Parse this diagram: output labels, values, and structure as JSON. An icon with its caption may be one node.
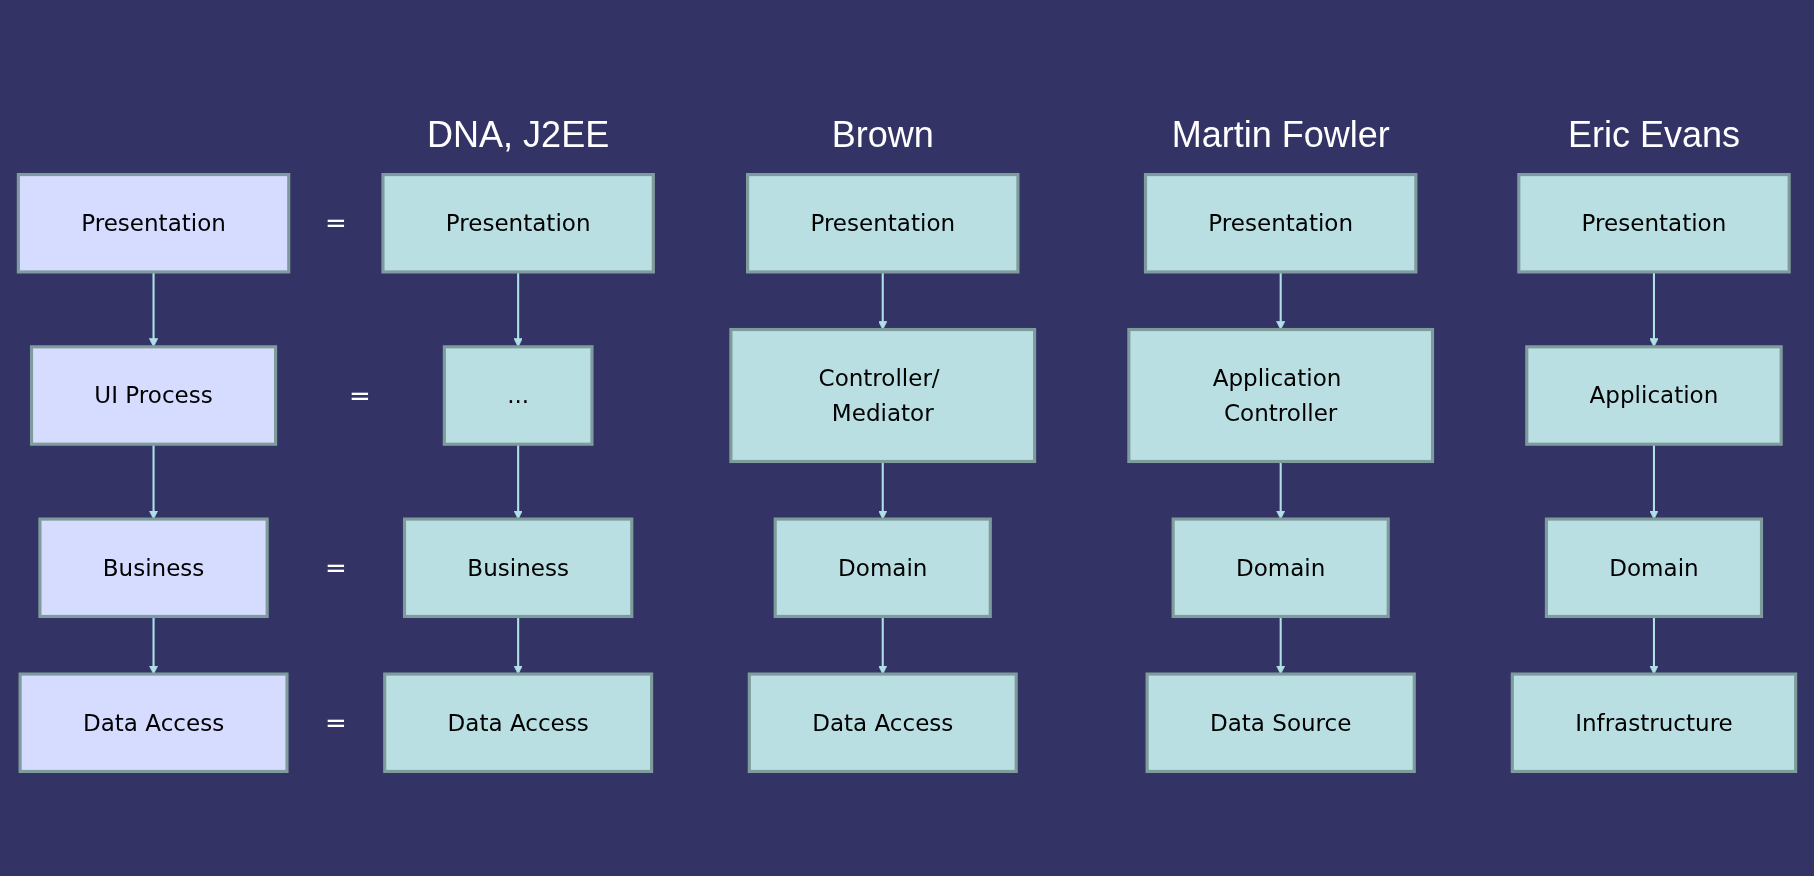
{
  "diagram": {
    "nodes": [
      {
        "text": [
          "Presentation"
        ]
      },
      {
        "text": [
          "Presentation"
        ]
      },
      {
        "text": [
          "Presentation"
        ]
      },
      {
        "text": [
          "Presentation"
        ]
      },
      {
        "text": [
          "Presentation"
        ]
      },
      {
        "text": [
          "UI Process"
        ]
      },
      {
        "text": [
          "..."
        ]
      },
      {
        "text": [
          "Controller/ Mediator"
        ]
      },
      {
        "text": [
          "Application Controller"
        ]
      },
      {
        "text": [
          "Application"
        ]
      },
      {
        "text": [
          "Business"
        ]
      },
      {
        "text": [
          "Business"
        ]
      },
      {
        "text": [
          "Domain"
        ]
      },
      {
        "text": [
          "Domain"
        ]
      },
      {
        "text": [
          "Domain"
        ]
      },
      {
        "text": [
          "Data Access"
        ]
      },
      {
        "text": [
          "Data Access"
        ]
      },
      {
        "text": [
          "Data Access"
        ]
      },
      {
        "text": [
          "Data Source"
        ]
      },
      {
        "text": [
          "Infrastructure"
        ]
      }
    ],
    "edges": [
      {
        "from": 0,
        "to": 5,
        "arrow": "to"
      },
      {
        "from": 1,
        "to": 6,
        "arrow": "to"
      },
      {
        "from": 2,
        "to": 7,
        "arrow": "to"
      },
      {
        "from": 3,
        "to": 8,
        "arrow": "to"
      },
      {
        "from": 4,
        "to": 9,
        "arrow": "to"
      },
      {
        "from": 5,
        "to": 10,
        "arrow": "to"
      },
      {
        "from": 6,
        "to": 11,
        "arrow": "to"
      },
      {
        "from": 7,
        "to": 12,
        "arrow": "to"
      },
      {
        "from": 8,
        "to": 13,
        "arrow": "to"
      },
      {
        "from": 9,
        "to": 14,
        "arrow": "to"
      },
      {
        "from": 10,
        "to": 15,
        "arrow": "to"
      },
      {
        "from": 11,
        "to": 16,
        "arrow": "to"
      },
      {
        "from": 12,
        "to": 17,
        "arrow": "to"
      },
      {
        "from": 13,
        "to": 18,
        "arrow": "to"
      },
      {
        "from": 14,
        "to": 19,
        "arrow": "to"
      }
    ],
    "labels": [
      "DNA, J2EE",
      "Brown",
      "Martin Fowler",
      "Eric Evans",
      "=",
      "=",
      "=",
      "="
    ]
  }
}
